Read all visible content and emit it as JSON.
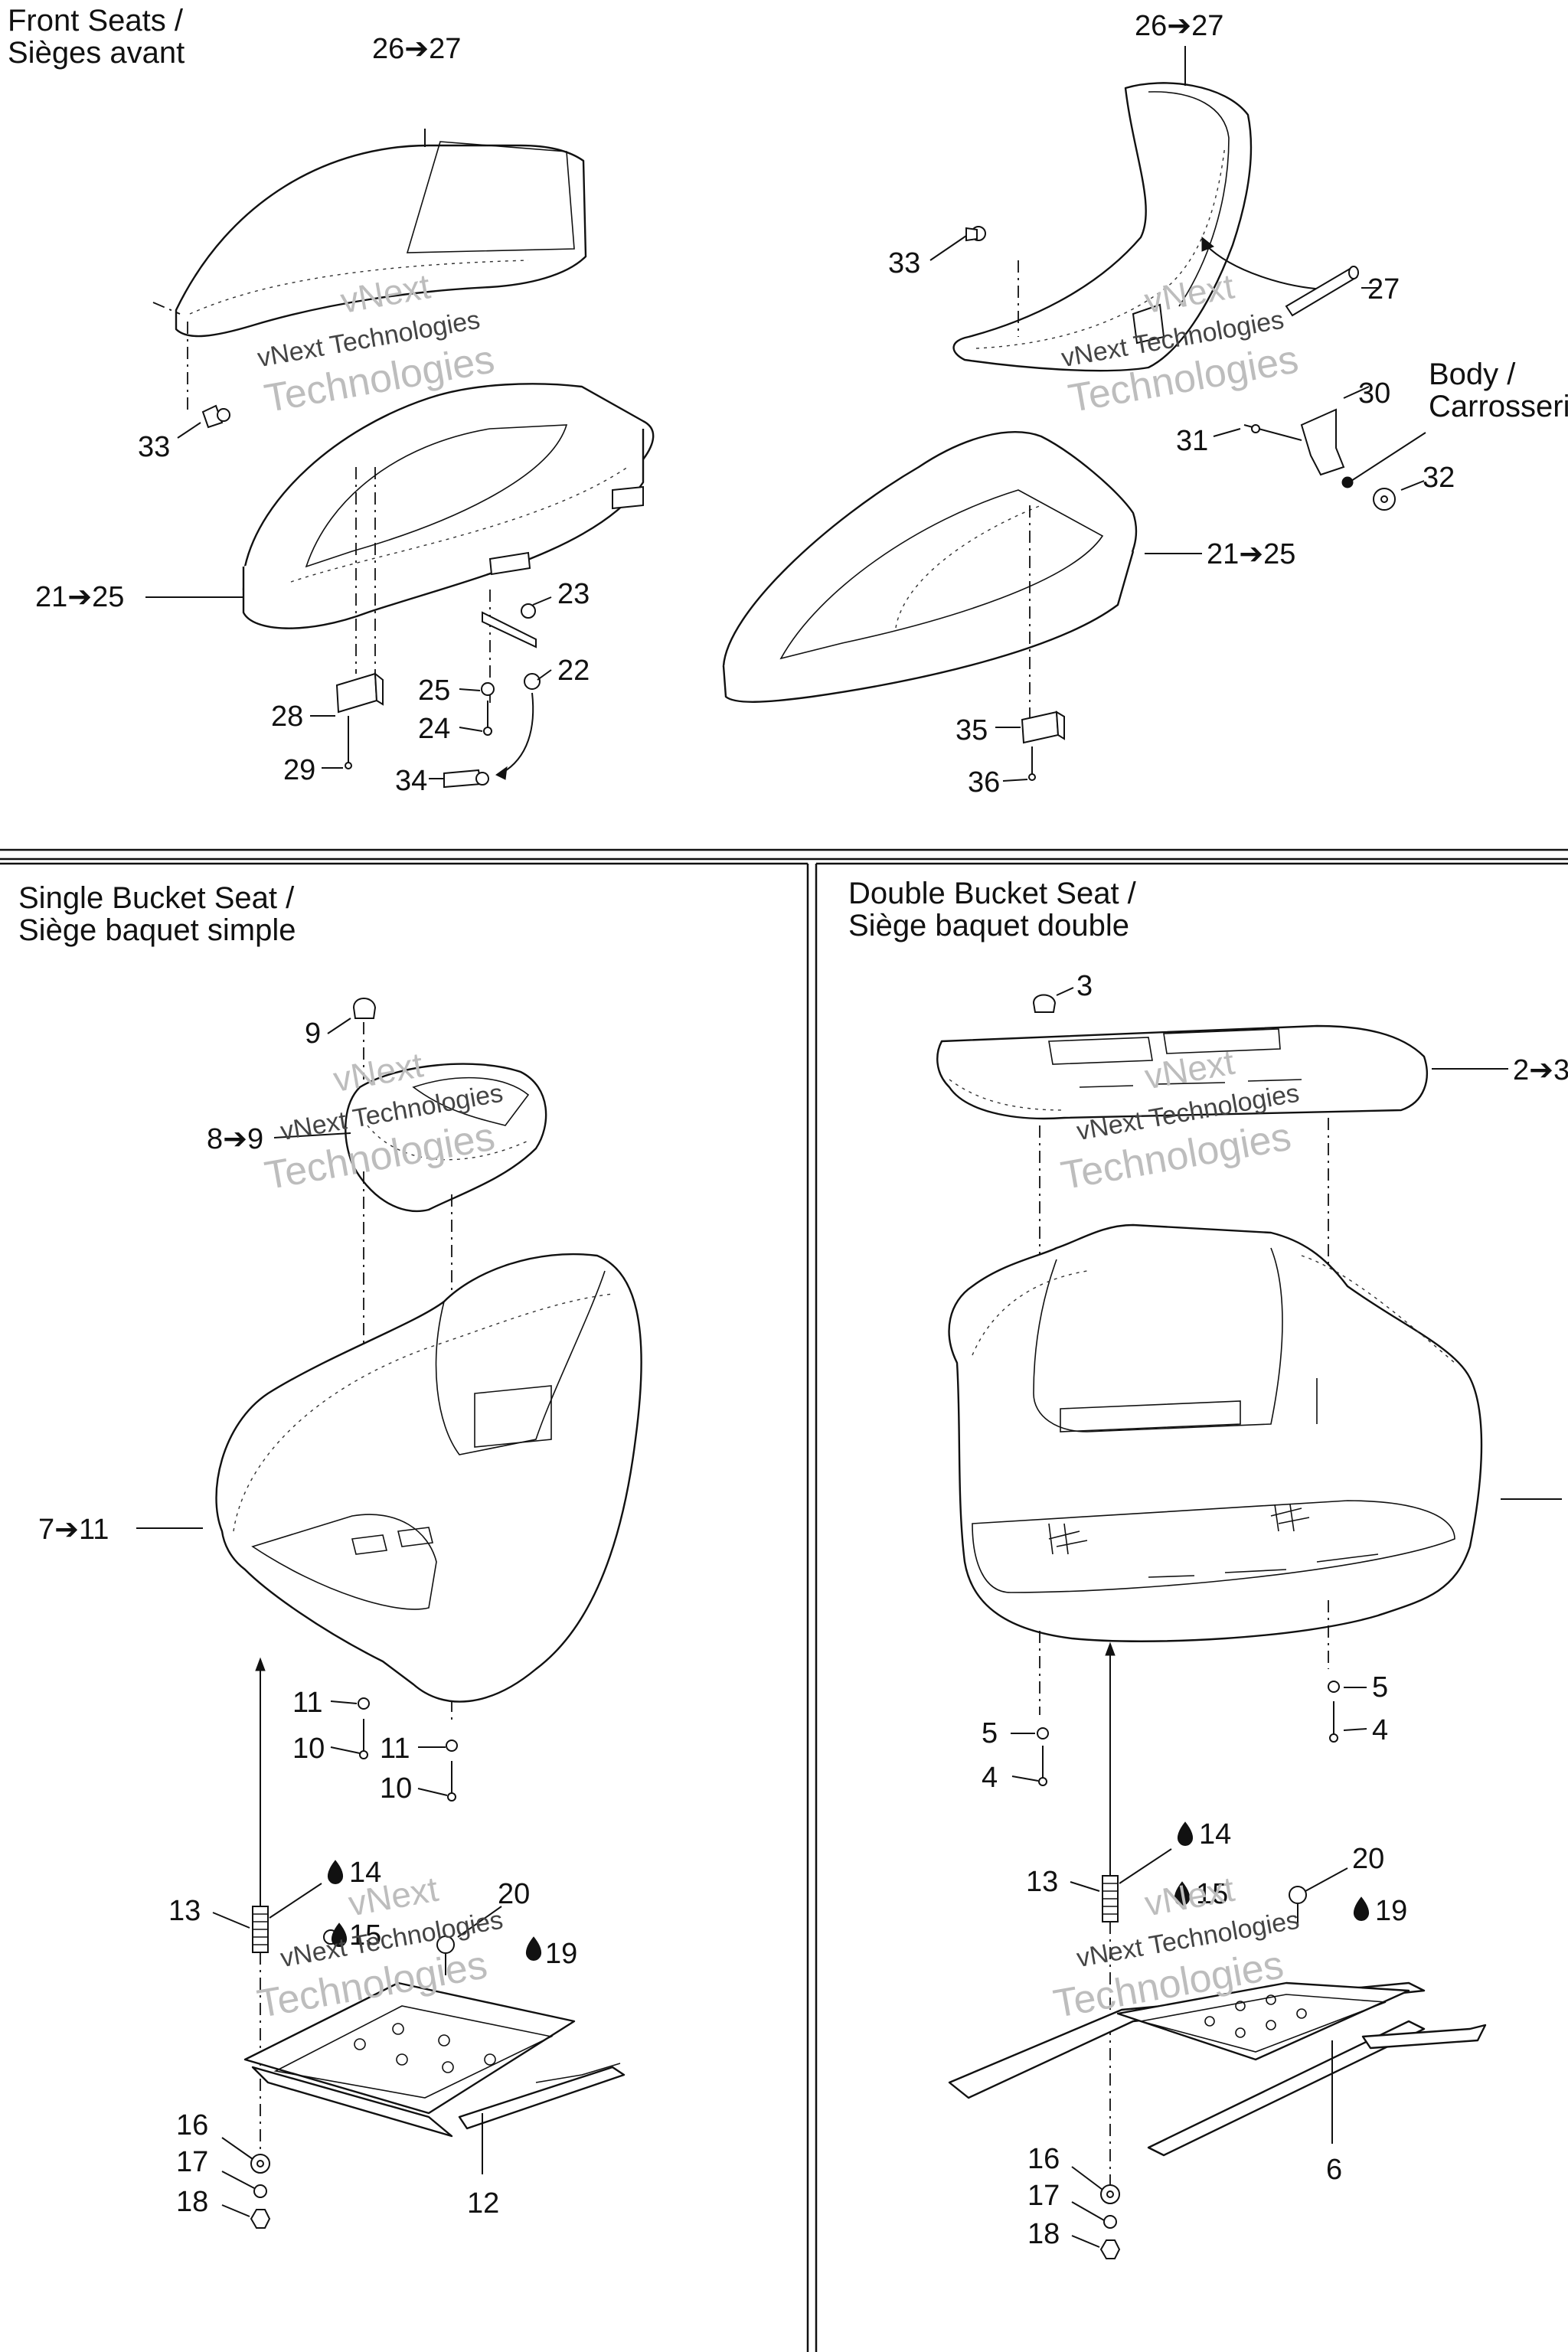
{
  "sections": {
    "front": {
      "title1": "Front Seats /",
      "title2": "Sièges avant"
    },
    "body": {
      "title1": "Body /",
      "title2": "Carrosserie"
    },
    "single": {
      "title1": "Single Bucket Seat /",
      "title2": "Siège baquet simple"
    },
    "double": {
      "title1": "Double Bucket Seat /",
      "title2": "Siège baquet double"
    }
  },
  "watermark": {
    "line1": "vNext",
    "line2": "vNext Technologies",
    "line3": "Technologies"
  },
  "callouts": {
    "front_left": [
      {
        "id": "fl-26",
        "text": "26➔27"
      },
      {
        "id": "fl-33",
        "text": "33"
      },
      {
        "id": "fl-21",
        "text": "21➔25"
      },
      {
        "id": "fl-23",
        "text": "23"
      },
      {
        "id": "fl-22",
        "text": "22"
      },
      {
        "id": "fl-25",
        "text": "25"
      },
      {
        "id": "fl-24",
        "text": "24"
      },
      {
        "id": "fl-28",
        "text": "28"
      },
      {
        "id": "fl-29",
        "text": "29"
      },
      {
        "id": "fl-34",
        "text": "34"
      }
    ],
    "front_right": [
      {
        "id": "fr-26",
        "text": "26➔27"
      },
      {
        "id": "fr-33",
        "text": "33"
      },
      {
        "id": "fr-27",
        "text": "27"
      },
      {
        "id": "fr-30",
        "text": "30"
      },
      {
        "id": "fr-31",
        "text": "31"
      },
      {
        "id": "fr-32",
        "text": "32"
      },
      {
        "id": "fr-21",
        "text": "21➔25"
      },
      {
        "id": "fr-35",
        "text": "35"
      },
      {
        "id": "fr-36",
        "text": "36"
      }
    ],
    "single": [
      {
        "id": "s-9",
        "text": "9"
      },
      {
        "id": "s-8",
        "text": "8➔9"
      },
      {
        "id": "s-7",
        "text": "7➔11"
      },
      {
        "id": "s-11a",
        "text": "11"
      },
      {
        "id": "s-10a",
        "text": "10"
      },
      {
        "id": "s-11b",
        "text": "11"
      },
      {
        "id": "s-10b",
        "text": "10"
      },
      {
        "id": "s-14",
        "text": "14"
      },
      {
        "id": "s-13",
        "text": "13"
      },
      {
        "id": "s-20",
        "text": "20"
      },
      {
        "id": "s-15",
        "text": "15"
      },
      {
        "id": "s-19",
        "text": "19"
      },
      {
        "id": "s-16",
        "text": "16"
      },
      {
        "id": "s-17",
        "text": "17"
      },
      {
        "id": "s-18",
        "text": "18"
      },
      {
        "id": "s-12",
        "text": "12"
      }
    ],
    "double": [
      {
        "id": "d-3",
        "text": "3"
      },
      {
        "id": "d-2",
        "text": "2➔3"
      },
      {
        "id": "d-5a",
        "text": "5"
      },
      {
        "id": "d-4a",
        "text": "4"
      },
      {
        "id": "d-5b",
        "text": "5"
      },
      {
        "id": "d-4b",
        "text": "4"
      },
      {
        "id": "d-14",
        "text": "14"
      },
      {
        "id": "d-13",
        "text": "13"
      },
      {
        "id": "d-15",
        "text": "15"
      },
      {
        "id": "d-20",
        "text": "20"
      },
      {
        "id": "d-19",
        "text": "19"
      },
      {
        "id": "d-16",
        "text": "16"
      },
      {
        "id": "d-17",
        "text": "17"
      },
      {
        "id": "d-18",
        "text": "18"
      },
      {
        "id": "d-6",
        "text": "6"
      }
    ]
  }
}
